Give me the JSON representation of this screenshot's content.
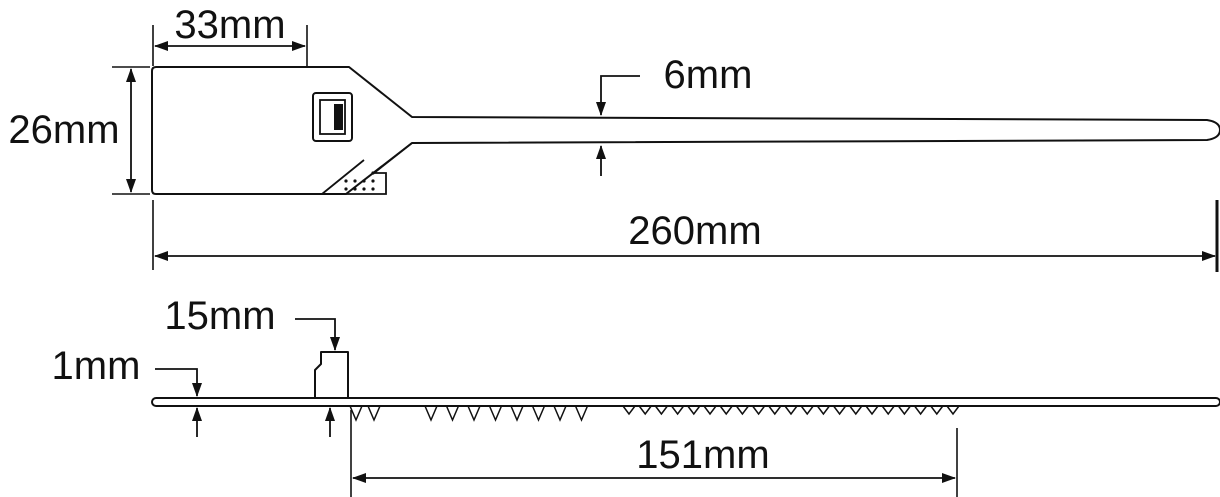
{
  "dimensions": {
    "head_width": "33mm",
    "head_height": "26mm",
    "strap_width": "6mm",
    "total_length": "260mm",
    "head_thickness": "15mm",
    "strap_thickness": "1mm",
    "serrated_length": "151mm"
  },
  "colors": {
    "ink": "#111111",
    "background": "#ffffff"
  }
}
